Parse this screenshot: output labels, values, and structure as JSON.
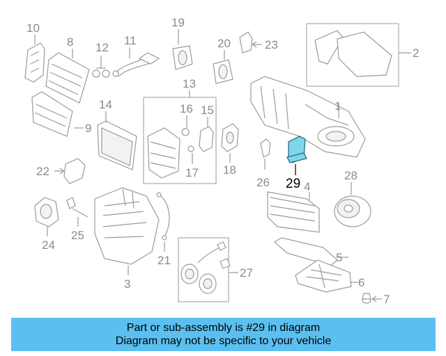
{
  "diagram": {
    "callouts": [
      "1",
      "2",
      "3",
      "4",
      "5",
      "6",
      "7",
      "8",
      "9",
      "10",
      "11",
      "12",
      "13",
      "14",
      "15",
      "16",
      "17",
      "18",
      "19",
      "20",
      "21",
      "22",
      "23",
      "24",
      "25",
      "26",
      "27",
      "28"
    ],
    "highlighted_callout": "29"
  },
  "banner": {
    "line1": "Part or sub-assembly is #29 in diagram",
    "line2": "Diagram may not be specific to your vehicle",
    "color": "#5bc0f0"
  },
  "colors": {
    "highlight": "#7ed6ea",
    "lines": "#9a9a9a"
  }
}
